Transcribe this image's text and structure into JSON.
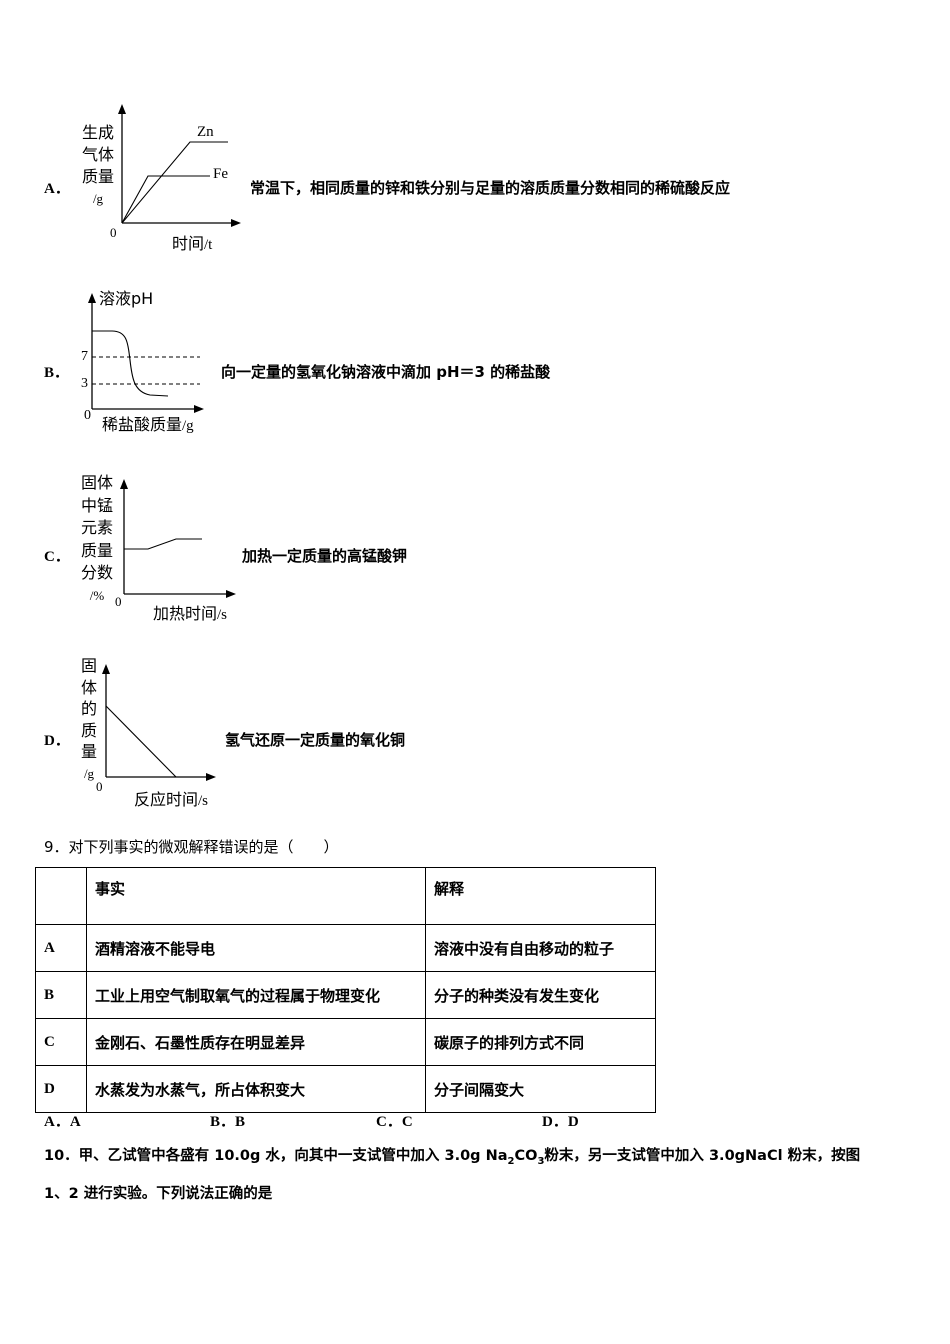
{
  "options": [
    {
      "letter": "A．",
      "y_label": [
        "生成",
        "气体",
        "质量",
        "/g"
      ],
      "x_label": "时间",
      "x_unit": "/t",
      "origin": "0",
      "series_labels": [
        "Zn",
        "Fe"
      ],
      "description": "常温下，相同质量的锌和铁分别与足量的溶质质量分数相同的稀硫酸反应"
    },
    {
      "letter": "B．",
      "y_label": "溶液pH",
      "x_label": "稀盐酸质量",
      "x_unit": "/g",
      "origin": "0",
      "ticks": [
        "7",
        "3"
      ],
      "description": "向一定量的氢氧化钠溶液中滴加 pH＝3 的稀盐酸"
    },
    {
      "letter": "C．",
      "y_label": [
        "固体",
        "中锰",
        "元素",
        "质量",
        "分数",
        "/%"
      ],
      "x_label": "加热时间",
      "x_unit": "/s",
      "origin": "0",
      "description": "加热一定质量的高锰酸钾"
    },
    {
      "letter": "D．",
      "y_label": [
        "固",
        "体",
        "的",
        "质",
        "量",
        "/g"
      ],
      "x_label": "反应时间",
      "x_unit": "/s",
      "origin": "0",
      "description": "氢气还原一定质量的氧化铜"
    }
  ],
  "q9": {
    "stem": "9．对下列事实的微观解释错误的是（　　）",
    "headers": [
      "",
      "事实",
      "解释"
    ],
    "rows": [
      [
        "A",
        "酒精溶液不能导电",
        "溶液中没有自由移动的粒子"
      ],
      [
        "B",
        "工业上用空气制取氧气的过程属于物理变化",
        "分子的种类没有发生变化"
      ],
      [
        "C",
        "金刚石、石墨性质存在明显差异",
        "碳原子的排列方式不同"
      ],
      [
        "D",
        "水蒸发为水蒸气，所占体积变大",
        "分子间隔变大"
      ]
    ],
    "answers": [
      "A．A",
      "B．B",
      "C．C",
      "D．D"
    ]
  },
  "q10": {
    "line1_a": "10．甲、乙试管中各盛有 10.0g 水，向其中一支试管中加入 3.0g Na",
    "sub1": "2",
    "line1_b": "CO",
    "sub2": "3",
    "line1_c": "粉末，另一支试管中加入 3.0gNaCl 粉末，按图",
    "line2": "1、2 进行实验。下列说法正确的是"
  }
}
